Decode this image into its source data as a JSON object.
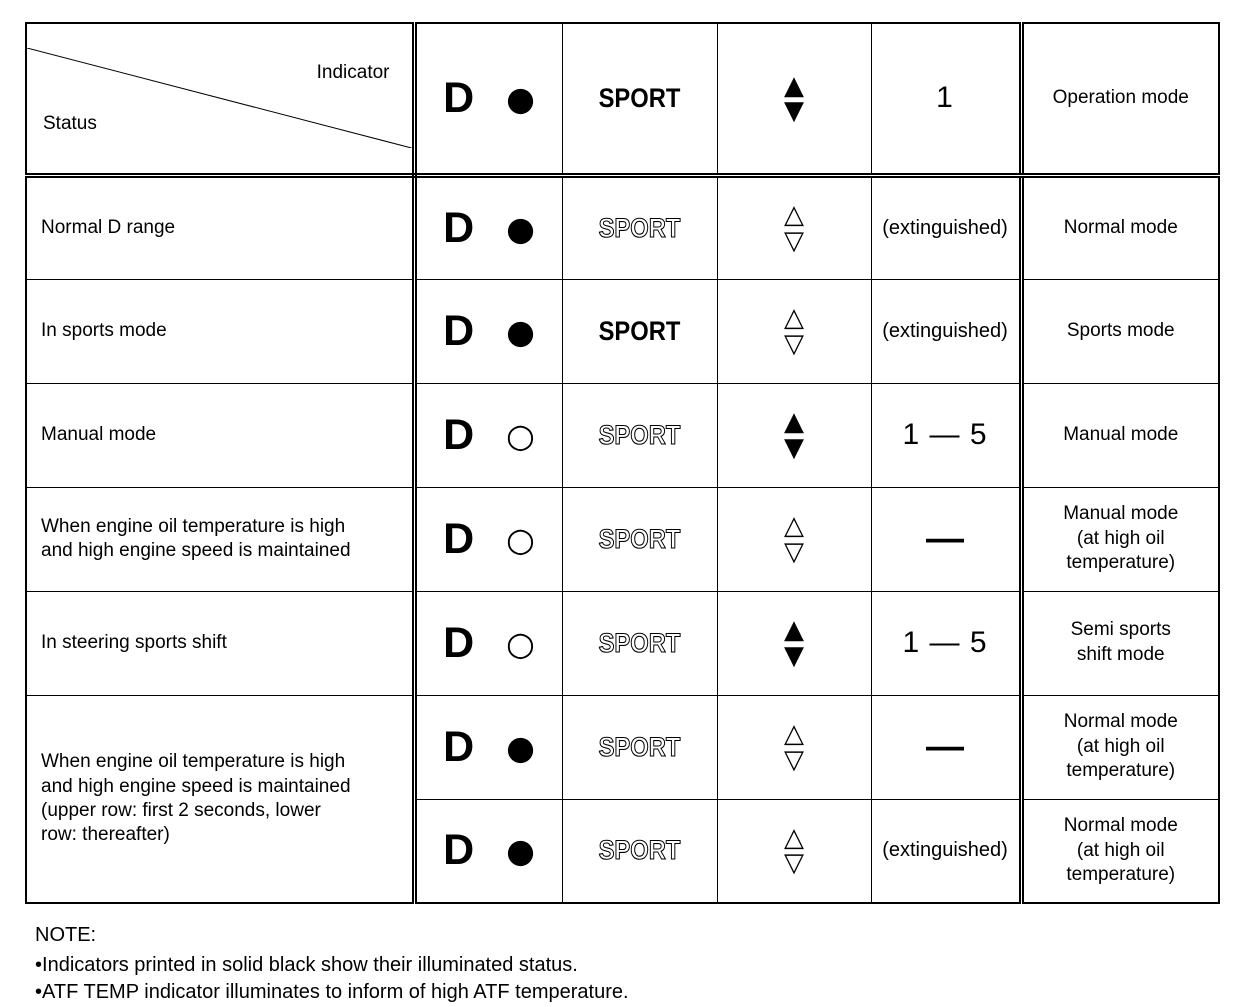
{
  "header": {
    "indicator_label": "Indicator",
    "status_label": "Status",
    "d_letter": "D",
    "dot": "●",
    "sport": "SPORT",
    "sport_style": "solid",
    "arrow_up": "▲",
    "arrow_down": "▼",
    "gear": "1",
    "gear_kind": "numeric",
    "operation": "Operation mode"
  },
  "rows": [
    {
      "status": "Normal D range",
      "d_letter": "D",
      "dot": "●",
      "sport": "SPORT",
      "sport_style": "outline",
      "arrow_up": "△",
      "arrow_down": "▽",
      "gear": "(extinguished)",
      "gear_kind": "text",
      "operation": "Normal mode"
    },
    {
      "status": "In sports mode",
      "d_letter": "D",
      "dot": "●",
      "sport": "SPORT",
      "sport_style": "solid",
      "arrow_up": "△",
      "arrow_down": "▽",
      "gear": "(extinguished)",
      "gear_kind": "text",
      "operation": "Sports mode"
    },
    {
      "status": "Manual mode",
      "d_letter": "D",
      "dot": "○",
      "sport": "SPORT",
      "sport_style": "outline",
      "arrow_up": "▲",
      "arrow_down": "▼",
      "gear": "1 — 5",
      "gear_kind": "numeric",
      "operation": "Manual mode"
    },
    {
      "status": "When engine oil temperature is high\nand high engine speed is maintained",
      "d_letter": "D",
      "dot": "○",
      "sport": "SPORT",
      "sport_style": "outline",
      "arrow_up": "△",
      "arrow_down": "▽",
      "gear": "—",
      "gear_kind": "dash",
      "operation": "Manual mode\n(at high oil\ntemperature)"
    },
    {
      "status": "In steering sports shift",
      "d_letter": "D",
      "dot": "○",
      "sport": "SPORT",
      "sport_style": "outline",
      "arrow_up": "▲",
      "arrow_down": "▼",
      "gear": "1 — 5",
      "gear_kind": "numeric",
      "operation": "Semi sports\nshift mode"
    },
    {
      "status": "When engine oil temperature is high\nand high engine speed is maintained\n(upper row: first 2 seconds, lower\nrow: thereafter)",
      "d_letter": "D",
      "dot": "●",
      "sport": "SPORT",
      "sport_style": "outline",
      "arrow_up": "△",
      "arrow_down": "▽",
      "gear": "—",
      "gear_kind": "dash",
      "operation": "Normal mode\n(at high oil\ntemperature)"
    },
    {
      "d_letter": "D",
      "dot": "●",
      "sport": "SPORT",
      "sport_style": "outline",
      "arrow_up": "△",
      "arrow_down": "▽",
      "gear": "(extinguished)",
      "gear_kind": "text",
      "operation": "Normal mode\n(at high oil\ntemperature)"
    }
  ],
  "note": {
    "title": "NOTE:",
    "items": [
      "Indicators printed in solid black show their illuminated status.",
      "ATF TEMP indicator illuminates to inform of high ATF temperature."
    ]
  }
}
